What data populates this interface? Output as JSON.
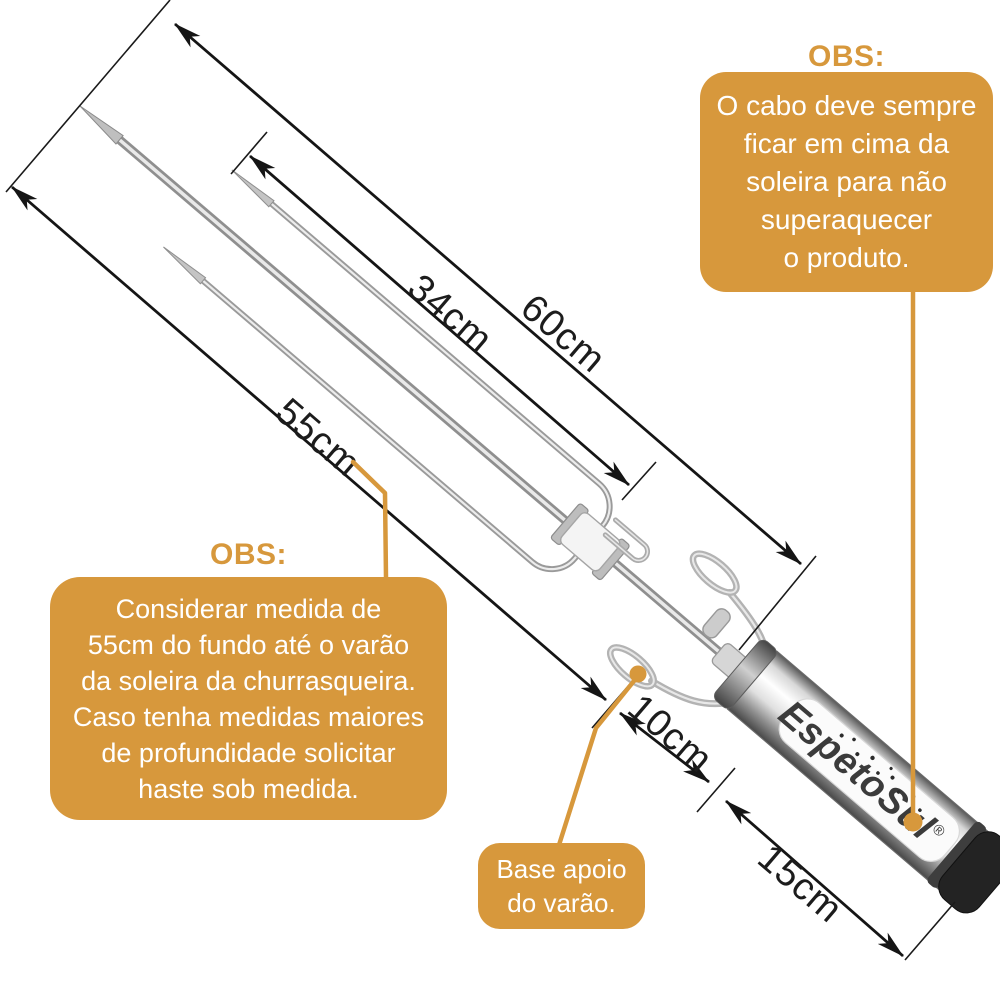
{
  "callouts": {
    "top": {
      "heading": "OBS:",
      "lines": [
        "O cabo deve sempre",
        "ficar em cima da",
        "soleira para não",
        "superaquecer",
        "o produto."
      ]
    },
    "left": {
      "heading": "OBS:",
      "lines": [
        "Considerar medida de",
        "55cm do fundo até o varão",
        "da soleira da churrasqueira.",
        "Caso tenha medidas maiores",
        "de profundidade solicitar",
        "haste sob medida."
      ]
    },
    "base": {
      "lines": [
        "Base apoio",
        "do varão."
      ]
    }
  },
  "measurements": {
    "overall_length": "60cm",
    "fork_length": "34cm",
    "depth": "55cm",
    "hook_to_handle": "10cm",
    "handle_length": "15cm"
  },
  "brand": {
    "name": "EspetoSul",
    "registered": "®"
  },
  "colors": {
    "accent_orange": "#D7983C",
    "dimension_line": "#151515",
    "callout_text": "#ffffff"
  }
}
